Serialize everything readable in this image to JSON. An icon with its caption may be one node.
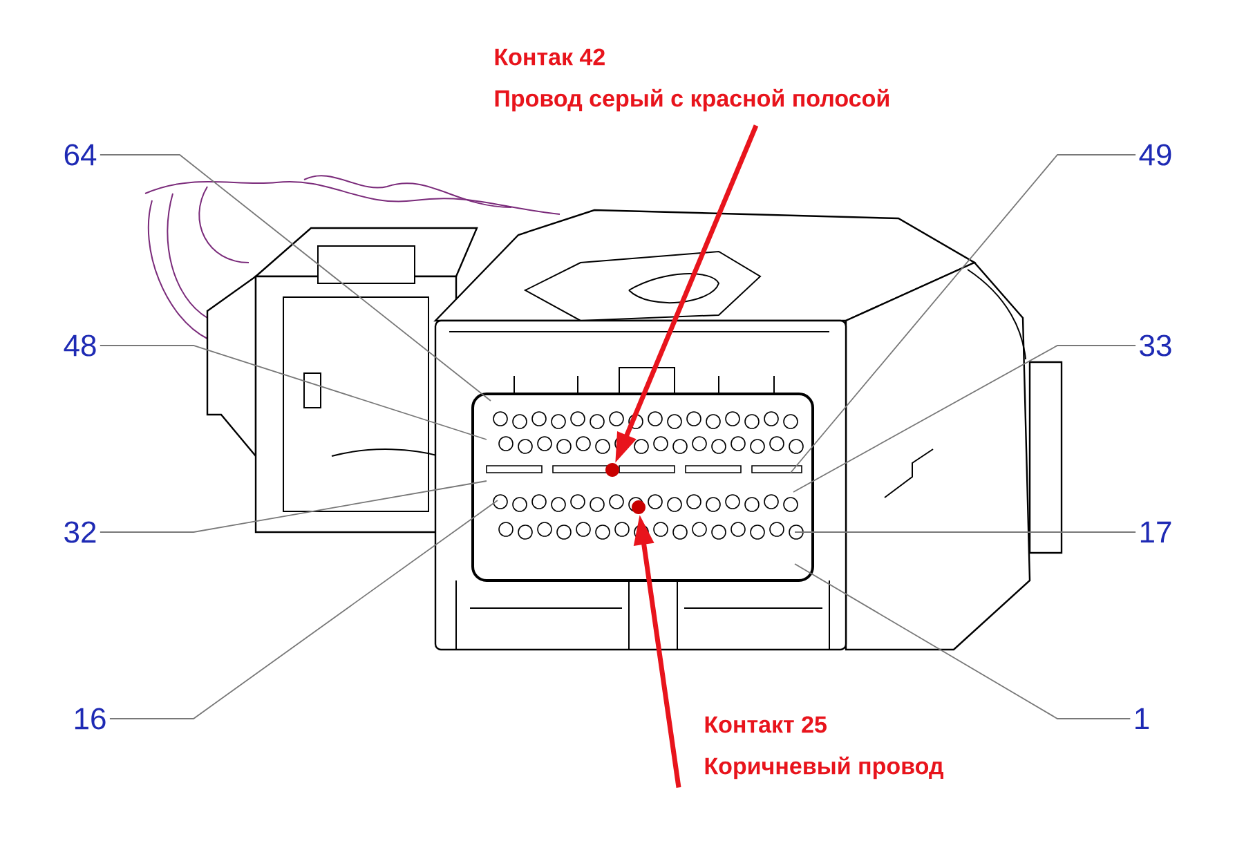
{
  "diagram": {
    "nodes": [
      {
        "text": [
          "Контак 42",
          "Провод серый с красной полосой"
        ]
      },
      {
        "text": [
          "64"
        ]
      },
      {
        "text": [
          "49"
        ]
      },
      {
        "text": [
          "48"
        ]
      },
      {
        "text": [
          "33"
        ]
      },
      {
        "text": [],
        "shape": "circle"
      },
      {
        "text": [],
        "shape": "circle"
      },
      {
        "text": [
          "32"
        ]
      },
      {
        "text": [
          "17"
        ]
      },
      {
        "text": [
          "16"
        ]
      },
      {
        "text": [
          "1"
        ]
      },
      {
        "text": [
          "Контакт 25",
          "Коричневый провод"
        ]
      }
    ],
    "edges": [
      {
        "from": 0,
        "to": 5,
        "arrow": "to",
        "style": "thick",
        "color": "#e8141c"
      },
      {
        "from": 11,
        "to": 6,
        "arrow": "to",
        "style": "thick",
        "color": "#e8141c"
      },
      {
        "from": 1,
        "to": null,
        "arrow": "none"
      },
      {
        "from": 2,
        "to": null,
        "arrow": "none"
      },
      {
        "from": 3,
        "to": null,
        "arrow": "none"
      },
      {
        "from": 4,
        "to": null,
        "arrow": "none"
      },
      {
        "from": 7,
        "to": null,
        "arrow": "none"
      },
      {
        "from": 8,
        "to": null,
        "arrow": "none"
      },
      {
        "from": 9,
        "to": null,
        "arrow": "none"
      },
      {
        "from": 10,
        "to": null,
        "arrow": "none"
      }
    ]
  }
}
